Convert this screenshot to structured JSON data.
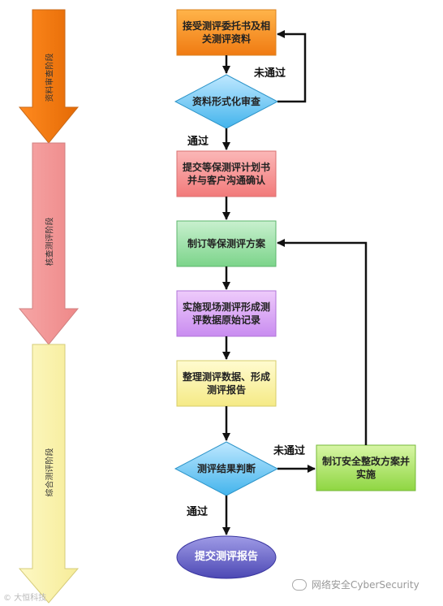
{
  "phases": [
    {
      "label": "资料审查阶段",
      "color": "#f07a12"
    },
    {
      "label": "核查测评阶段",
      "color": "#f39a9a"
    },
    {
      "label": "综合测评阶段",
      "color": "#fbf3a6"
    }
  ],
  "steps": {
    "receive_docs": "接受测评委托书及相关测评资料",
    "format_review": "资料形式化审查",
    "submit_plan": "提交等保测评计划书并与客户沟通确认",
    "make_plan": "制订等保测评方案",
    "field_test": "实施现场测评形成测评数据原始记录",
    "organize_report": "整理测评数据、形成测评报告",
    "judge_result": "测评结果判断",
    "fix_plan": "制订安全整改方案并实施",
    "submit_report": "提交测评报告"
  },
  "edge_labels": {
    "review_fail": "未通过",
    "review_pass": "通过",
    "judge_fail": "未通过",
    "judge_pass": "通过"
  },
  "watermark": {
    "left": "© 大恒科技",
    "right": "网络安全CyberSecurity"
  }
}
